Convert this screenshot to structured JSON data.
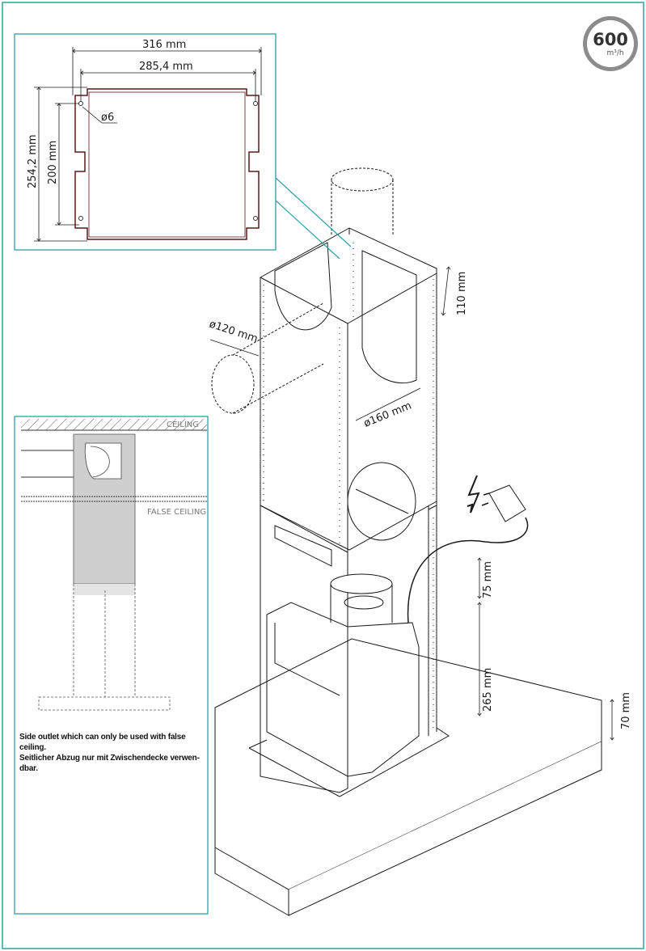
{
  "badge": {
    "value": "600",
    "unit": "m³/h"
  },
  "top_detail": {
    "width_outer": "316 mm",
    "width_inner": "285,4 mm",
    "height_outer": "254,2 mm",
    "height_inner": "200 mm",
    "hole": "ø6"
  },
  "chimney": {
    "side_outlet_diameter": "ø120 mm",
    "top_outlet_diameter": "ø160 mm",
    "top_offset": "110 mm",
    "motor_offset": "75 mm",
    "motor_height": "265 mm",
    "hood_thickness": "70 mm"
  },
  "side_detail": {
    "ceiling": "CEILING",
    "false_ceiling": "FALSE CEILING",
    "note_en": "Side outlet which can only be used with false ceiling.",
    "note_de_1": "Seitlicher Abzug nur mit Zwischendecke verwen-",
    "note_de_2": "dbar."
  },
  "colors": {
    "frame": "#2aa3a6",
    "line": "#1a1a1a",
    "plate": "#5a1a1a",
    "fill": "#cfcfcf"
  }
}
